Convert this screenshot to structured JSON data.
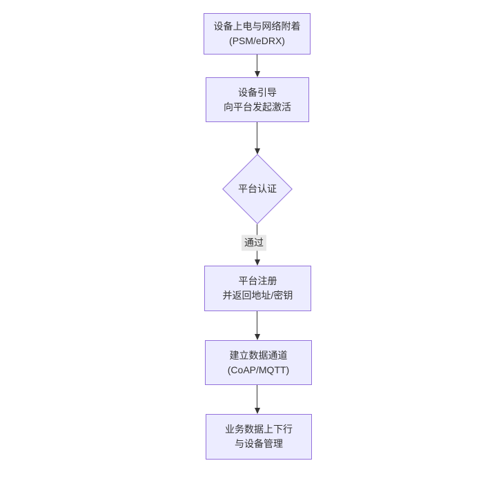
{
  "diagram": {
    "type": "flowchart-top-down",
    "nodes": [
      {
        "id": "power-network-attach",
        "shape": "rect",
        "lines": [
          "设备上电与网络附着",
          "(PSM/eDRX)"
        ]
      },
      {
        "id": "device-bootstrap",
        "shape": "rect",
        "lines": [
          "设备引导",
          "向平台发起激活"
        ]
      },
      {
        "id": "platform-auth",
        "shape": "diamond",
        "lines": [
          "平台认证"
        ]
      },
      {
        "id": "platform-register",
        "shape": "rect",
        "lines": [
          "平台注册",
          "并返回地址/密钥"
        ]
      },
      {
        "id": "data-channel",
        "shape": "rect",
        "lines": [
          "建立数据通道",
          "(CoAP/MQTT)"
        ]
      },
      {
        "id": "business-data",
        "shape": "rect",
        "lines": [
          "业务数据上下行",
          "与设备管理"
        ]
      }
    ],
    "edges": [
      {
        "from": "power-network-attach",
        "to": "device-bootstrap",
        "label": ""
      },
      {
        "from": "device-bootstrap",
        "to": "platform-auth",
        "label": ""
      },
      {
        "from": "platform-auth",
        "to": "platform-register",
        "label": "通过"
      },
      {
        "from": "platform-register",
        "to": "data-channel",
        "label": ""
      },
      {
        "from": "data-channel",
        "to": "business-data",
        "label": ""
      }
    ],
    "colors": {
      "node_fill": "#ECECFF",
      "node_border": "#9370DB",
      "text": "#333333",
      "edge": "#333333",
      "edge_label_bg": "#e8e8e8",
      "background": "#ffffff"
    }
  }
}
